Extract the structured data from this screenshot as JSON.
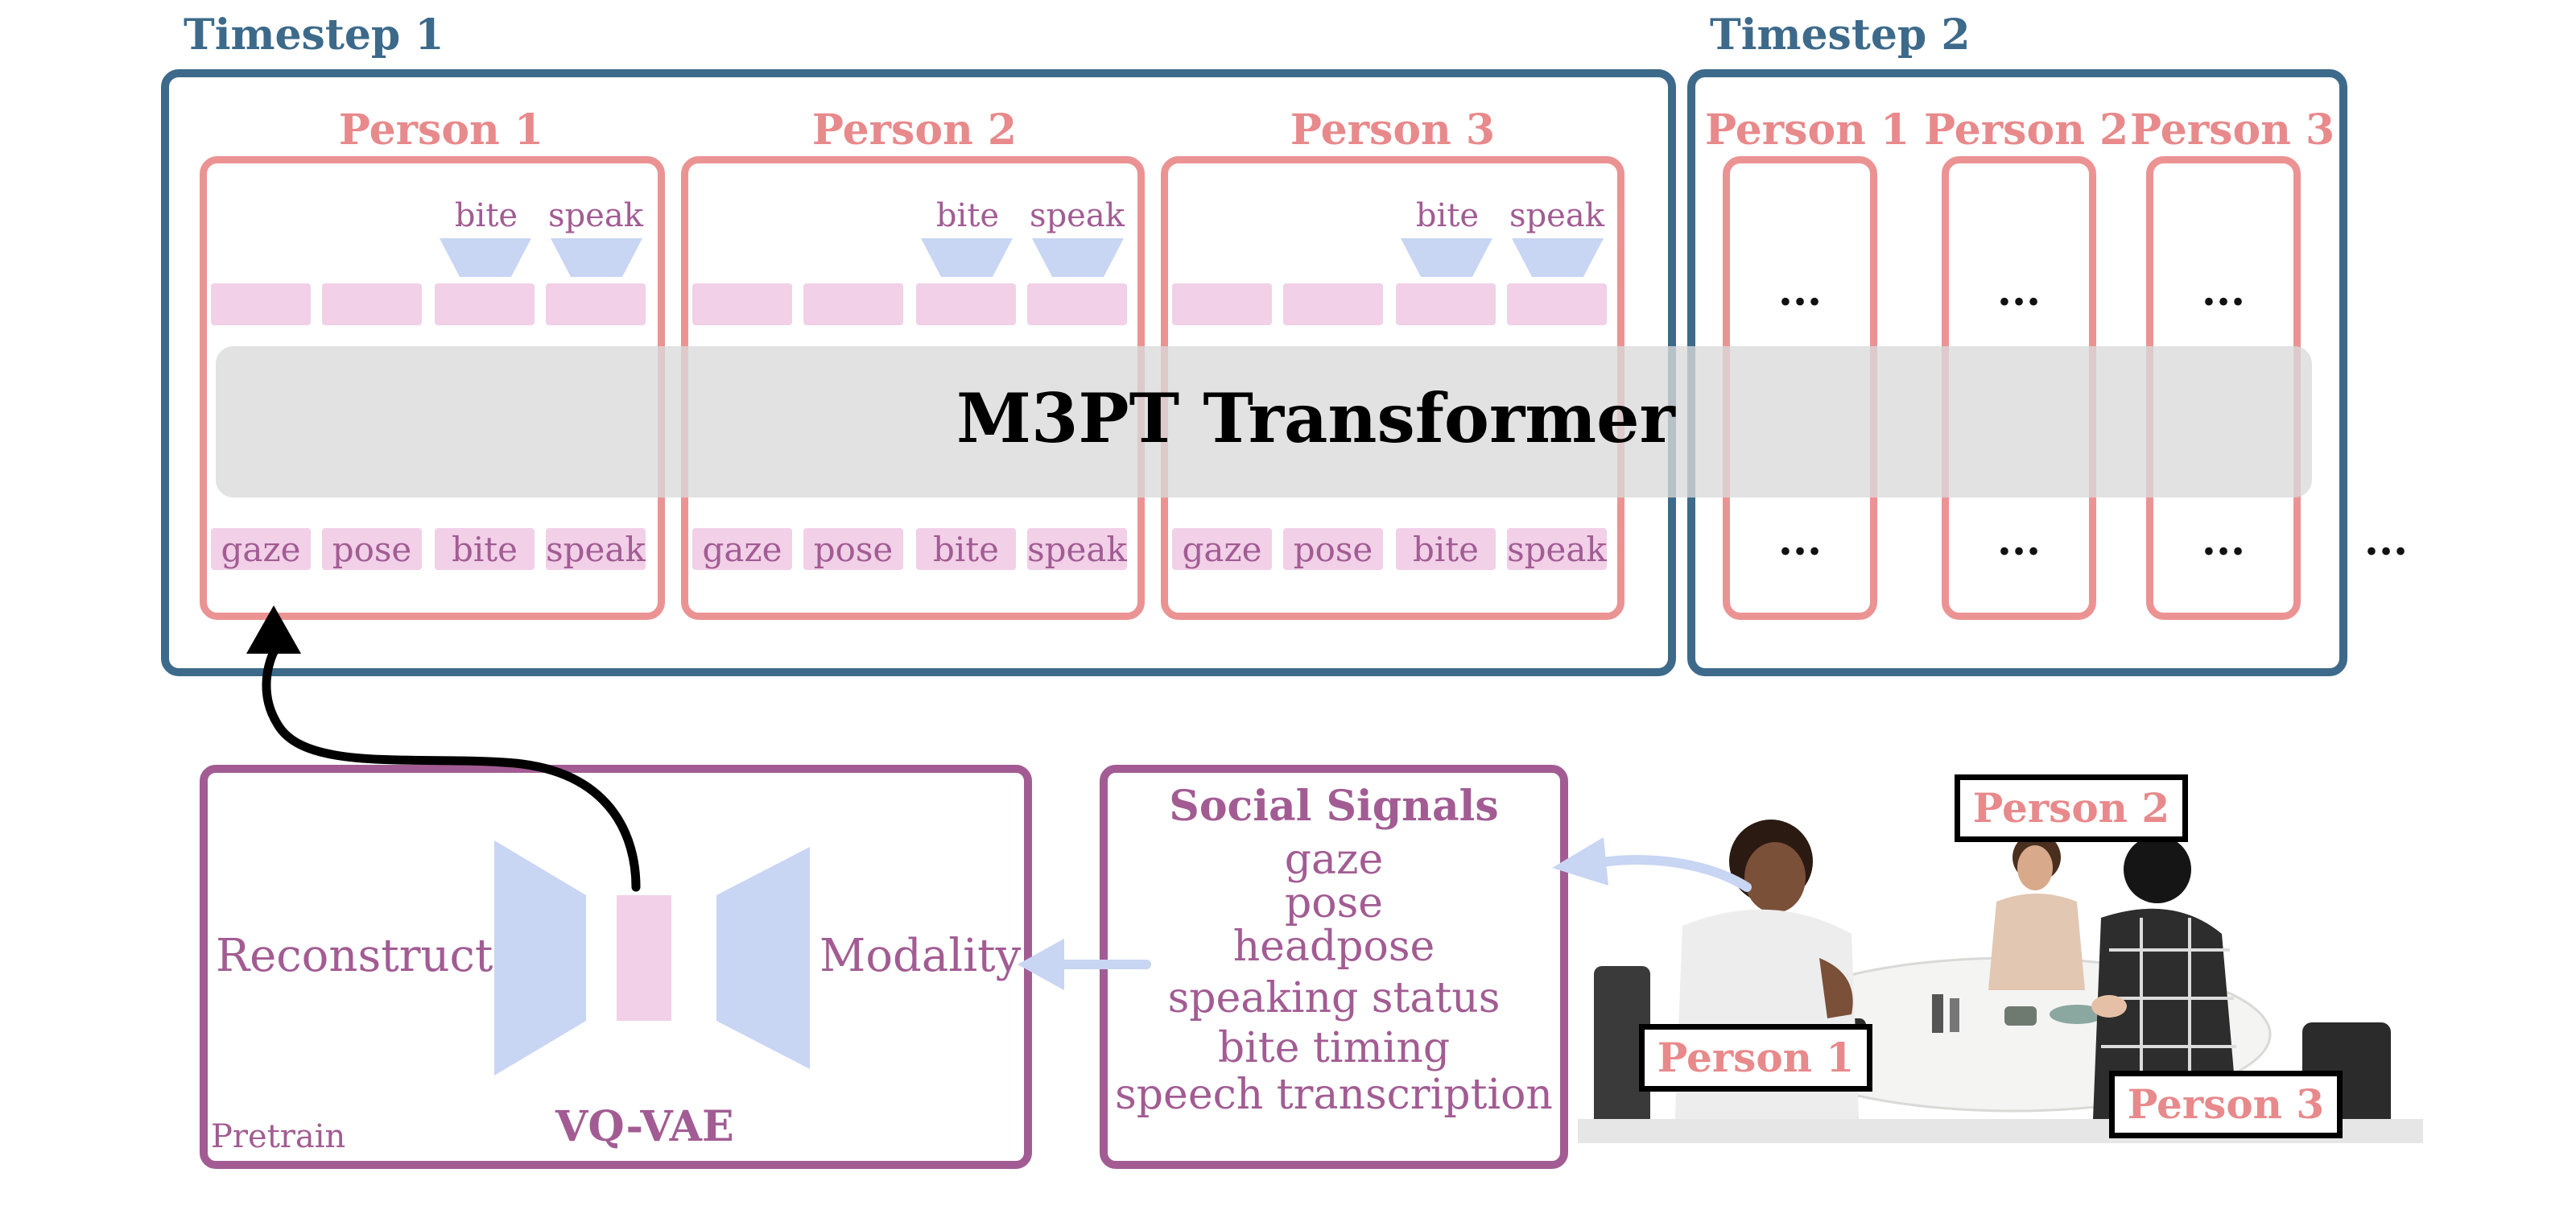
{
  "timesteps": [
    {
      "label": "Timestep 1"
    },
    {
      "label": "Timestep 2"
    }
  ],
  "persons": [
    "Person 1",
    "Person 2",
    "Person 3"
  ],
  "output_tokens": [
    "bite",
    "speak"
  ],
  "input_tokens": [
    "gaze",
    "pose",
    "bite",
    "speak"
  ],
  "ellipsis": "...",
  "transformer": {
    "label": "M3PT Transformer"
  },
  "vqvae": {
    "label": "VQ-VAE",
    "left_text": "Reconstruct",
    "right_text": "Modality",
    "corner_text": "Pretrain"
  },
  "social_signals": {
    "title": "Social Signals",
    "items": [
      "gaze",
      "pose",
      "headpose",
      "speaking status",
      "bite timing",
      "speech transcription"
    ]
  },
  "photo_labels": [
    "Person 1",
    "Person 2",
    "Person 3"
  ],
  "colors": {
    "timestep_border": "#3d6a8a",
    "person_border": "#eb9393",
    "token_fill": "#f1d0e8",
    "head_fill": "#c8d5f3",
    "pretrain_border": "#a25c93",
    "arrow_light": "#c8d5f3"
  }
}
